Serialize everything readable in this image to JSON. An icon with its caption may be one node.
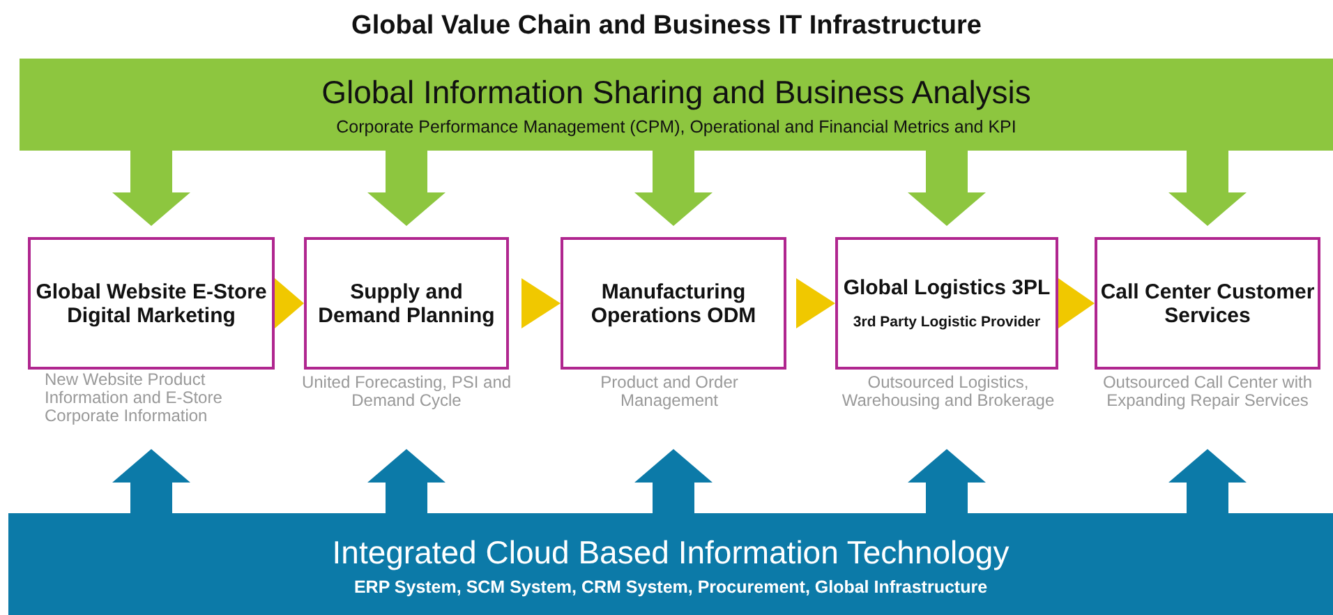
{
  "diagram": {
    "title": "Global Value Chain and Business IT Infrastructure",
    "nodes": [
      {
        "text": [
          "Global Information Sharing and Business Analysis",
          "Corporate Performance Management (CPM), Operational and Financial Metrics and KPI"
        ]
      },
      {
        "text": [
          "Global Website E-Store Digital Marketing"
        ],
        "beside": [
          "New Website Product Information and E-Store Corporate Information"
        ]
      },
      {
        "text": [
          "Supply and Demand Planning"
        ],
        "beside": [
          "United Forecasting, PSI and Demand Cycle"
        ]
      },
      {
        "text": [
          "Manufacturing Operations ODM"
        ],
        "beside": [
          "Product and Order Management"
        ]
      },
      {
        "text": [
          "Global Logistics 3PL",
          "3rd Party Logistic Provider"
        ],
        "beside": [
          "Outsourced Logistics, Warehousing and Brokerage"
        ]
      },
      {
        "text": [
          "Call Center Customer Services"
        ],
        "beside": [
          "Outsourced Call Center with Expanding Repair Services"
        ]
      },
      {
        "text": [
          "Integrated Cloud Based Information Technology",
          "ERP System, SCM System, CRM System, Procurement, Global Infrastructure"
        ]
      }
    ],
    "edges": [
      {
        "from": 0,
        "to": 1,
        "arrow": "to",
        "style": "thick",
        "color": "#8dc63f"
      },
      {
        "from": 0,
        "to": 2,
        "arrow": "to",
        "style": "thick",
        "color": "#8dc63f"
      },
      {
        "from": 0,
        "to": 3,
        "arrow": "to",
        "style": "thick",
        "color": "#8dc63f"
      },
      {
        "from": 0,
        "to": 4,
        "arrow": "to",
        "style": "thick",
        "color": "#8dc63f"
      },
      {
        "from": 0,
        "to": 5,
        "arrow": "to",
        "style": "thick",
        "color": "#8dc63f"
      },
      {
        "from": 1,
        "to": 2,
        "arrow": "to",
        "color": "#f0c800"
      },
      {
        "from": 2,
        "to": 3,
        "arrow": "to",
        "color": "#f0c800"
      },
      {
        "from": 3,
        "to": 4,
        "arrow": "to",
        "color": "#f0c800"
      },
      {
        "from": 4,
        "to": 5,
        "arrow": "to",
        "color": "#f0c800"
      },
      {
        "from": 6,
        "to": 1,
        "arrow": "to",
        "style": "thick",
        "color": "#0c7aa8"
      },
      {
        "from": 6,
        "to": 2,
        "arrow": "to",
        "style": "thick",
        "color": "#0c7aa8"
      },
      {
        "from": 6,
        "to": 3,
        "arrow": "to",
        "style": "thick",
        "color": "#0c7aa8"
      },
      {
        "from": 6,
        "to": 4,
        "arrow": "to",
        "style": "thick",
        "color": "#0c7aa8"
      },
      {
        "from": 6,
        "to": 5,
        "arrow": "to",
        "style": "thick",
        "color": "#0c7aa8"
      }
    ]
  }
}
